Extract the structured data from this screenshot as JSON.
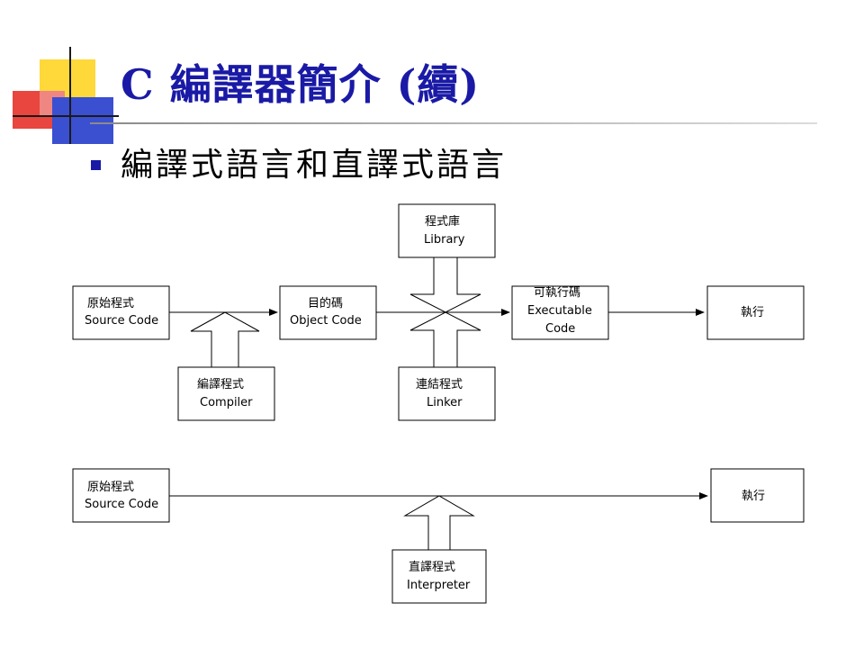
{
  "slide": {
    "title": "C 編譯器簡介 (續)",
    "bullet": "編譯式語言和直譯式語言"
  },
  "colors": {
    "title": "#1a1aa6",
    "bullet": "#1a1aa6",
    "deco_yellow": "#ffd83a",
    "deco_red": "#e8463e",
    "deco_blue": "#3b4fd1"
  },
  "diagram": {
    "compiled": {
      "source": {
        "line1": "原始程式",
        "line2": "Source Code"
      },
      "object": {
        "line1": "目的碼",
        "line2": "Object Code"
      },
      "executable": {
        "line1": "可執行碼",
        "line2": "Executable",
        "line3": "Code"
      },
      "run": {
        "line1": "執行"
      },
      "compiler": {
        "line1": "編譯程式",
        "line2": "Compiler"
      },
      "library": {
        "line1": "程式庫",
        "line2": "Library"
      },
      "linker": {
        "line1": "連結程式",
        "line2": "Linker"
      }
    },
    "interpreted": {
      "source": {
        "line1": "原始程式",
        "line2": "Source Code"
      },
      "run": {
        "line1": "執行"
      },
      "interpreter": {
        "line1": "直譯程式",
        "line2": "Interpreter"
      }
    }
  }
}
